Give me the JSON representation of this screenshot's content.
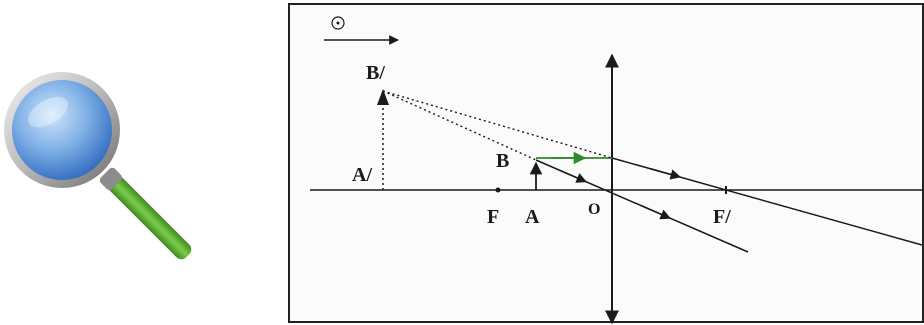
{
  "magnifier": {
    "icon": "magnifying-glass-icon"
  },
  "diagram": {
    "labels": {
      "B_prime": "B/",
      "A_prime": "A/",
      "B": "B",
      "A": "A",
      "F": "F",
      "O": "O",
      "F_prime": "F/"
    },
    "colors": {
      "ink": "#1a1a1a",
      "ray_green": "#2f8a2f",
      "lens_glass": "#5a8fd6",
      "handle": "#5aa832"
    }
  }
}
